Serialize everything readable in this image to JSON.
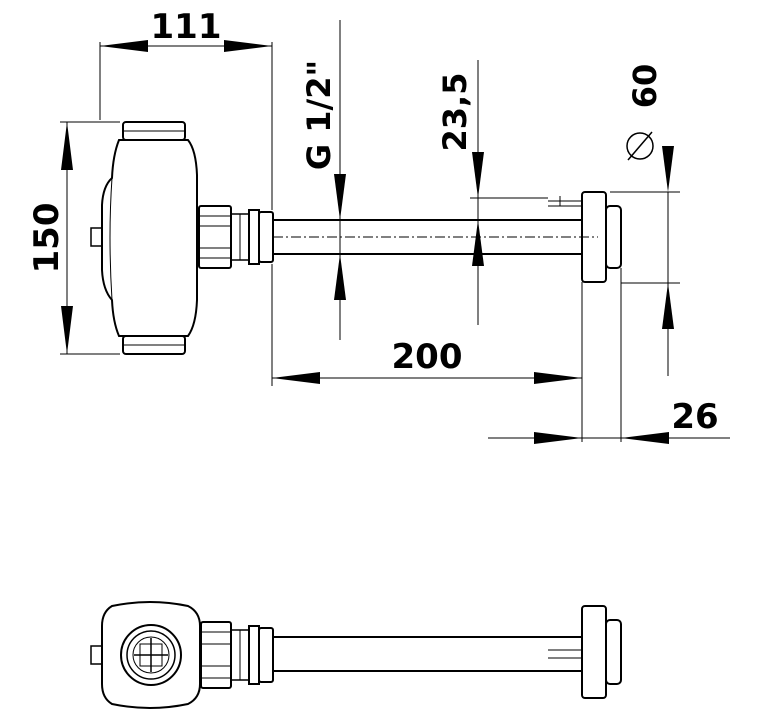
{
  "dimensions": {
    "width_111": "111",
    "height_150": "150",
    "thread": "G 1/2\"",
    "offset_23_5": "23,5",
    "diameter_60": "60",
    "length_200": "200",
    "depth_26": "26"
  },
  "colors": {
    "line": "#000000",
    "background": "#ffffff"
  }
}
